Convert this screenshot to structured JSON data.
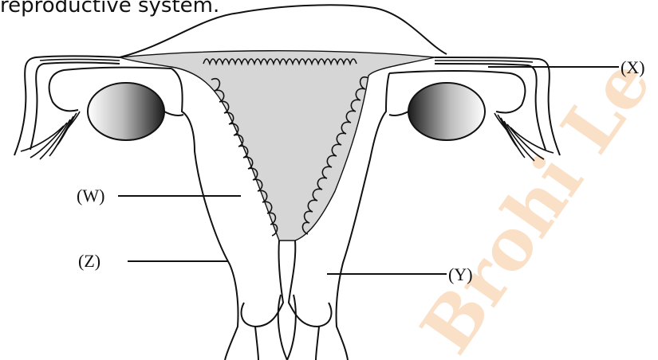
{
  "header_text": "reproductive system.",
  "labels": {
    "x": "(X)",
    "w": "(W)",
    "z": "(Z)",
    "y": "(Y)"
  },
  "watermark": {
    "text": "Brohi Le",
    "color": "#f7c89a"
  }
}
